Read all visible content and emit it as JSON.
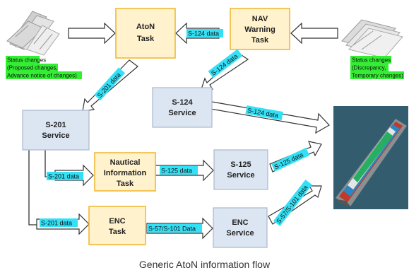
{
  "caption": "Generic AtoN information flow",
  "nodes": {
    "aton_task": [
      "AtoN",
      "Task"
    ],
    "nav_warning_task": [
      "NAV",
      "Warning",
      "Task"
    ],
    "s124_service": [
      "S-124",
      "Service"
    ],
    "s201_service": [
      "S-201",
      "Service"
    ],
    "nautical_information_task": [
      "Nautical",
      "Information",
      "Task"
    ],
    "s125_service": [
      "S-125",
      "Service"
    ],
    "enc_task": [
      "ENC",
      "Task"
    ],
    "enc_service": [
      "ENC",
      "Service"
    ]
  },
  "flow_labels": {
    "s124_to_aton": "S-124 data",
    "nav_to_s124": "S-124 data",
    "aton_to_s201": "S-201 data",
    "s124_to_ship": "S-124 data",
    "s201_to_nautical": "S-201 data",
    "nautical_to_s125": "S-125 data",
    "s125_to_ship": "S-125 data",
    "s201_to_enc": "S-201 data",
    "enc_task_to_enc_service": "S-57/S-101 Data",
    "enc_service_to_ship": "S-57/S-101 data"
  },
  "sources": {
    "left_notes": [
      "Status changes",
      "(Proposed changes,",
      "Advance notice of changes)"
    ],
    "right_notes": [
      "Status changes",
      "(Discrepancy,",
      "Temporary changes)"
    ]
  },
  "colors": {
    "task_fill": "#fff2cc",
    "task_border": "#f0b429",
    "service_fill": "#dce6f2",
    "service_border": "#a9b8cc",
    "data_label_bg": "#33e0f5",
    "note_bg": "#33ee33",
    "ship_sea": "#2f5668"
  }
}
